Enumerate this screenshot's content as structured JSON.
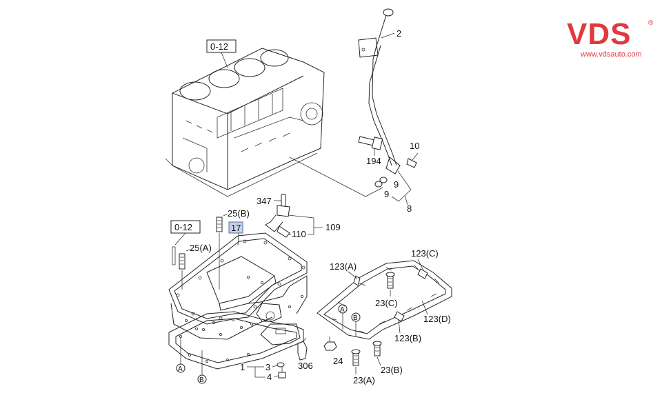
{
  "brand": {
    "logo_text": "VDS",
    "registered_mark": "®",
    "url": "www.vdsauto.com",
    "color": "#e0393e"
  },
  "callouts": {
    "ref_block": "0-12",
    "ref_pan": "0-12",
    "p2": "2",
    "p10": "10",
    "p194": "194",
    "p9a": "9",
    "p9b": "9",
    "p8": "8",
    "p347": "347",
    "p109": "109",
    "p110": "110",
    "p17": "17",
    "p25b": "25(B)",
    "p25a": "25(A)",
    "p123a": "123(A)",
    "p123c": "123(C)",
    "p23c": "23(C)",
    "p123d": "123(D)",
    "p123b": "123(B)",
    "p23b": "23(B)",
    "p23a": "23(A)",
    "p24": "24",
    "p306": "306",
    "p1": "1",
    "p3": "3",
    "p4": "4",
    "circ_a1": "A",
    "circ_b1": "B",
    "circ_a2": "A",
    "circ_b2": "B"
  },
  "highlight_color": "#c6d3ea"
}
